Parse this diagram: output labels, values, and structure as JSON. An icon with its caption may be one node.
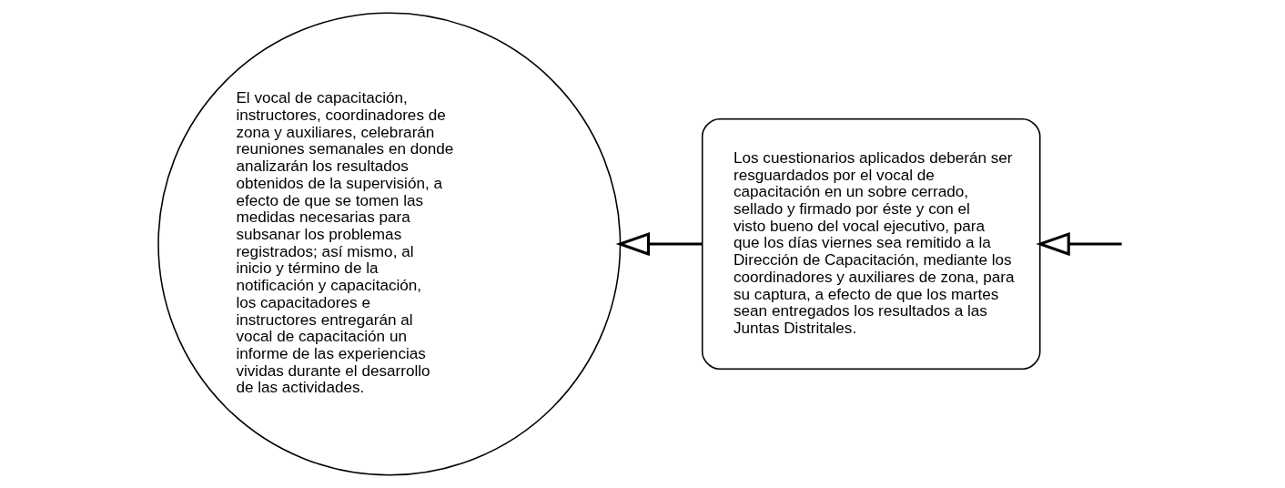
{
  "diagram": {
    "nodes": [
      {
        "text": [
          "El vocal de capacitación, instructores, coordinadores de zona y auxiliares, celebrarán reuniones semanales en donde analizarán los resultados obtenidos de la supervisión, a efecto de que se tomen las medidas necesarias para subsanar los problemas registrados; así mismo, al inicio y término de la notificación y capacitación, los capacitadores e instructores entregarán al vocal de capacitación un informe de las experiencias vividas durante el desarrollo de las actividades."
        ]
      },
      {
        "text": [
          "Los cuestionarios aplicados deberán ser resguardados por el vocal de capacitación en un sobre cerrado, sellado y firmado por éste y con el visto bueno del vocal ejecutivo, para que los días viernes sea remitido a la Dirección de Capacitación, mediante los coordinadores y auxiliares de zona, para su captura, a efecto de que los martes sean entregados los resultados a las Juntas Distritales."
        ]
      }
    ],
    "edges": [
      {
        "from": 1,
        "to": 0,
        "arrow": "to"
      },
      {
        "from": null,
        "to": 1,
        "arrow": "to"
      }
    ]
  }
}
